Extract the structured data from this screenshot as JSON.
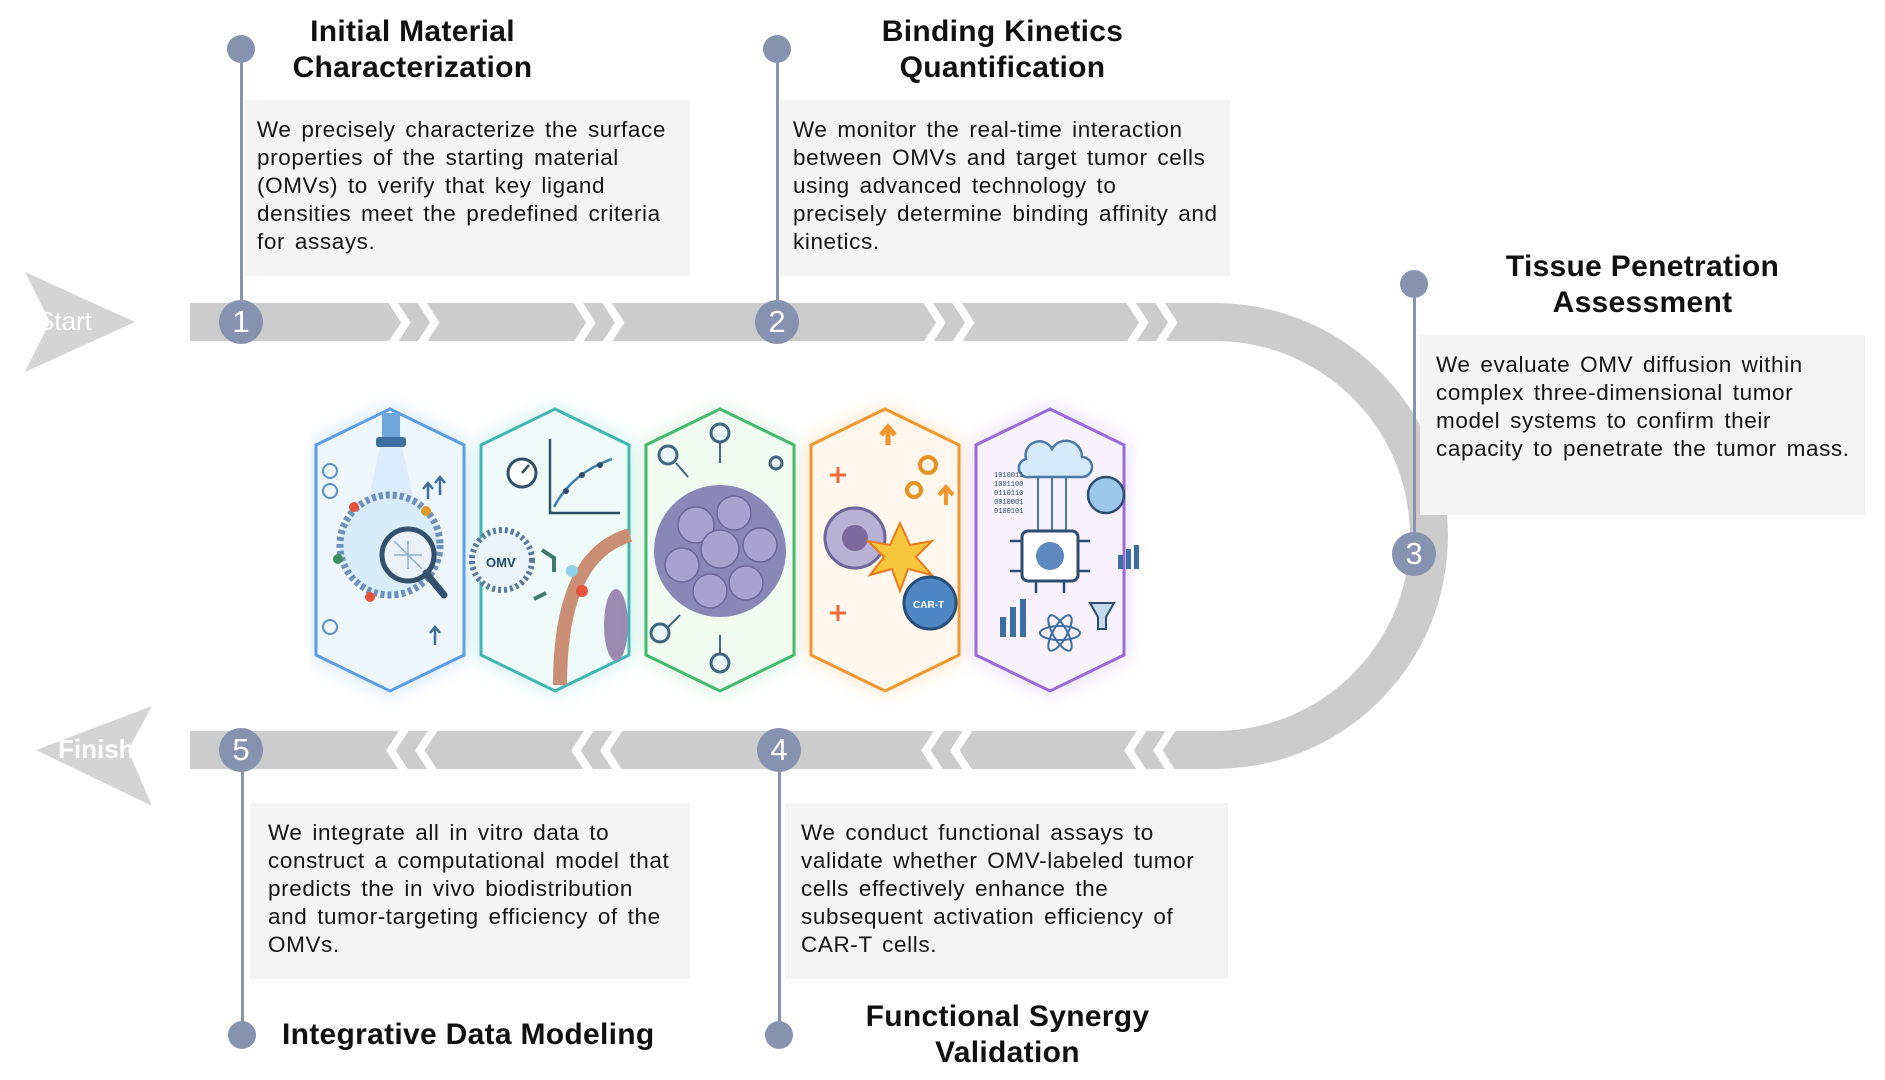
{
  "markers": {
    "start": "Start",
    "finish": "Finish"
  },
  "steps": [
    {
      "number": "1",
      "title": "Initial Material\nCharacterization",
      "text": "We precisely characterize the surface properties of the starting material (OMVs) to verify that key ligand densities meet the predefined criteria for assays."
    },
    {
      "number": "2",
      "title": "Binding Kinetics\nQuantification",
      "text": "We monitor the real-time interaction between OMVs and target tumor cells using advanced technology to precisely determine binding affinity and kinetics."
    },
    {
      "number": "3",
      "title": "Tissue Penetration\nAssessment",
      "text": "We evaluate OMV diffusion within complex three-dimensional tumor model systems to confirm their capacity to penetrate the tumor mass."
    },
    {
      "number": "4",
      "title": "Functional Synergy\nValidation",
      "text": "We conduct functional assays to validate whether OMV-labeled tumor cells effectively enhance the subsequent activation efficiency of CAR-T cells."
    },
    {
      "number": "5",
      "title": "Integrative Data Modeling",
      "text": "We integrate all in vitro data to construct a computational model that predicts the in vivo biodistribution and tumor-targeting efficiency of the OMVs."
    }
  ],
  "illustration": {
    "omv_label": "OMV",
    "cart_label": "CAR-T",
    "binary_lines": [
      "1010011",
      "1001100",
      "0110110",
      "0010001",
      "0100101"
    ],
    "hex_colors": [
      "#5b9ee6",
      "#3fb6b2",
      "#47b86e",
      "#f0962e",
      "#9a6ad8"
    ],
    "icons": [
      "microscope-icon",
      "binding-curve-icon",
      "tumor-spheroid-icon",
      "car-t-activation-icon",
      "ai-chip-icon"
    ]
  },
  "colors": {
    "track": "#cccccc",
    "badge": "#8593b1",
    "box": "#f4f4f4"
  }
}
